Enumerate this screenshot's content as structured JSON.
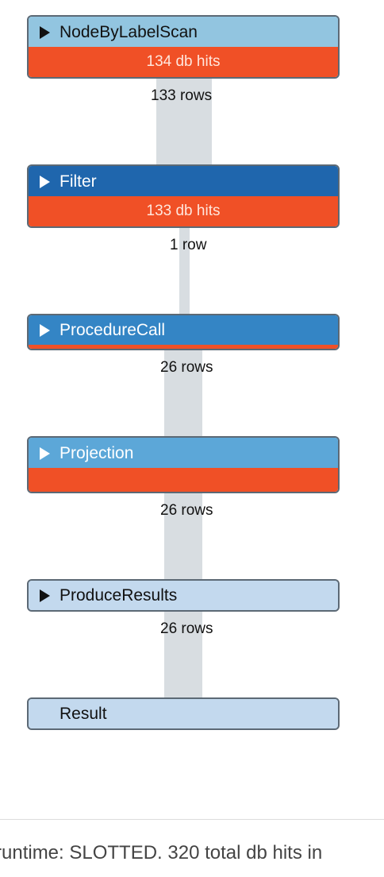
{
  "operators": [
    {
      "name": "NodeByLabelScan",
      "hits": "134 db hits",
      "rows": "133 rows",
      "header_color": "#92c5e0",
      "text_color": "#111111"
    },
    {
      "name": "Filter",
      "hits": "133 db hits",
      "rows": "1 row",
      "header_color": "#1f66ad",
      "text_color": "#ffffff"
    },
    {
      "name": "ProcedureCall",
      "hits": "",
      "rows": "26 rows",
      "header_color": "#3485c5",
      "text_color": "#ffffff"
    },
    {
      "name": "Projection",
      "hits": "",
      "rows": "26 rows",
      "header_color": "#5ca7d8",
      "text_color": "#ffffff"
    },
    {
      "name": "ProduceResults",
      "hits": "",
      "rows": "26 rows",
      "header_color": "#c3d9ee",
      "text_color": "#111111"
    },
    {
      "name": "Result",
      "hits": "",
      "rows": "",
      "header_color": "#c3d9ee",
      "text_color": "#111111"
    }
  ],
  "hits_color": "#f05026",
  "footer": {
    "text": "runtime: SLOTTED. 320 total db hits in"
  }
}
